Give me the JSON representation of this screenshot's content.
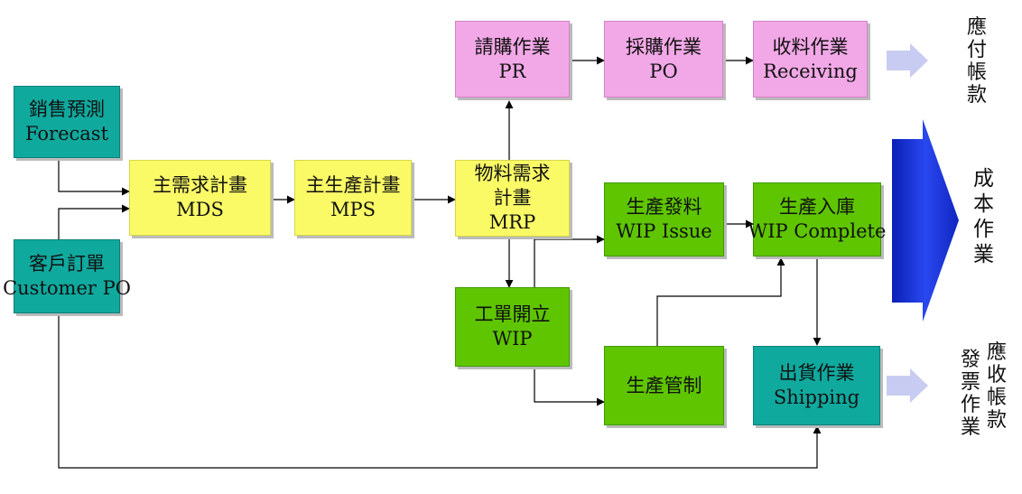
{
  "boxes": {
    "forecast": {
      "line1": "銷售預測",
      "line2": "Forecast"
    },
    "customer_po": {
      "line1": "客戶訂單",
      "line2": "Customer PO"
    },
    "mds": {
      "line1": "主需求計畫",
      "line2": "MDS"
    },
    "mps": {
      "line1": "主生產計畫",
      "line2": "MPS"
    },
    "mrp": {
      "line1": "物料需求",
      "line2": "計畫",
      "line3": "MRP"
    },
    "pr": {
      "line1": "請購作業",
      "line2": "PR"
    },
    "po": {
      "line1": "採購作業",
      "line2": "PO"
    },
    "receiving": {
      "line1": "收料作業",
      "line2": "Receiving"
    },
    "wip_issue": {
      "line1": "生產發料",
      "line2": "WIP Issue"
    },
    "wip_complete": {
      "line1": "生產入庫",
      "line2": "WIP Complete"
    },
    "wip": {
      "line1": "工單開立",
      "line2": "WIP"
    },
    "shop_control": {
      "line1": "生產管制"
    },
    "shipping": {
      "line1": "出貨作業",
      "line2": "Shipping"
    }
  },
  "labels": {
    "accounts_payable": [
      "應",
      "付",
      "帳",
      "款"
    ],
    "cost_operation": [
      "成",
      "本",
      "作",
      "業"
    ],
    "accounts_receivable": [
      "應",
      "收",
      "帳",
      "款"
    ],
    "invoice_operation": [
      "發",
      "票",
      "作",
      "業"
    ]
  },
  "colors": {
    "teal": "#10a99e",
    "yellow": "#fafa66",
    "pink": "#f2a8e6",
    "green": "#5ec500",
    "blue_arrow": "#1a35d8",
    "light_arrow": "#c8ccf2"
  }
}
